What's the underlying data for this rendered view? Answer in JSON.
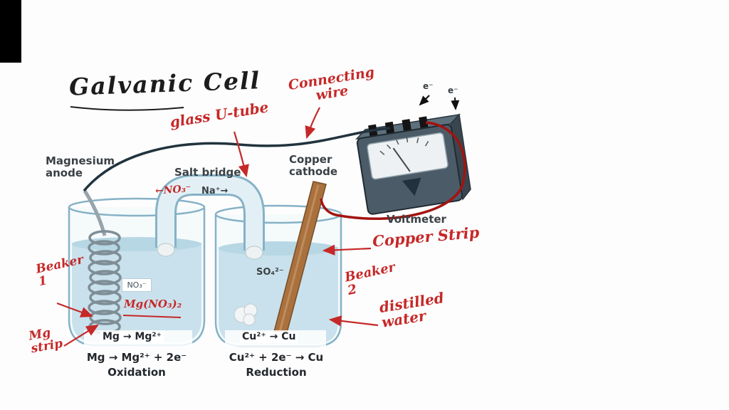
{
  "title": {
    "text": "Galvanic Cell"
  },
  "printed_labels": {
    "magnesium_anode": "Magnesium anode",
    "salt_bridge": "Salt bridge",
    "copper_cathode": "Copper cathode",
    "voltmeter": "Voltmeter",
    "electron_left": "e⁻",
    "electron_right": "e⁻",
    "sodium_ion": "Na⁺→",
    "nitrate_label": "NO₃⁻",
    "sulfate_ion": "SO₄²⁻",
    "mg_half_cell": "Mg → Mg²⁺",
    "cu_half_cell": "Cu²⁺ → Cu",
    "oxidation_equation": "Mg → Mg²⁺ + 2e⁻",
    "oxidation_caption": "Oxidation",
    "reduction_equation": "Cu²⁺ + 2e⁻ → Cu",
    "reduction_caption": "Reduction"
  },
  "handwritten_notes": {
    "glass_u_tube": "glass U-tube",
    "connecting_wire": "Connecting wire",
    "nitrate_arrow": "←NO₃⁻",
    "copper_strip": "Copper Strip",
    "beaker_1": "Beaker 1",
    "mg_strip": "Mg strip",
    "magnesium_nitrate": "Mg(NO₃)₂",
    "beaker_2": "Beaker 2",
    "distilled_water": "distilled water"
  },
  "colors": {
    "annotation_red": "#c62828",
    "title_ink": "#1c1c1c",
    "printed_ink": "#3a4045",
    "glass_outline": "#86b2c6",
    "solution_fill": "#c9e1ec",
    "copper": "#a9713e",
    "meter_body": "#4b5c68",
    "wire_dark": "#21333e",
    "wire_red": "#a31310"
  }
}
